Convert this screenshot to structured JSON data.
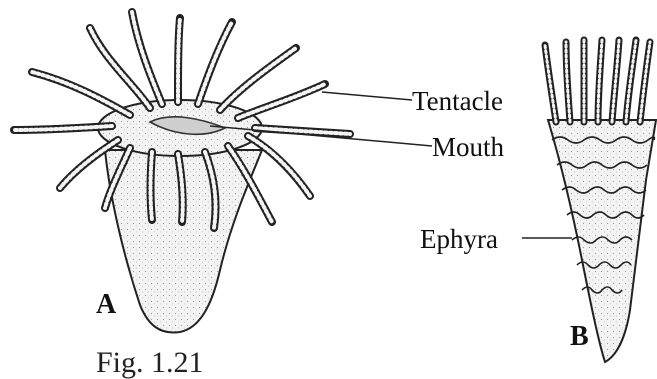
{
  "labels": {
    "tentacle": "Tentacle",
    "mouth": "Mouth",
    "ephyra": "Ephyra",
    "figure_a": "A",
    "figure_b": "B",
    "caption": "Fig. 1.21"
  },
  "colors": {
    "ink": "#111111",
    "fill": "#f0f0f0",
    "background": "#ffffff"
  }
}
